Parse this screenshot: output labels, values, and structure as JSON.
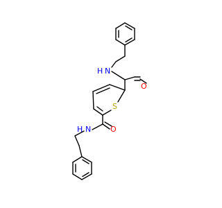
{
  "molecule": {
    "atoms": {
      "O": "O",
      "N": "N",
      "H": "H",
      "S": "S"
    },
    "colors": {
      "bond": "#000000",
      "O": "#ff0000",
      "N": "#0000ff",
      "S": "#b8a100"
    }
  }
}
